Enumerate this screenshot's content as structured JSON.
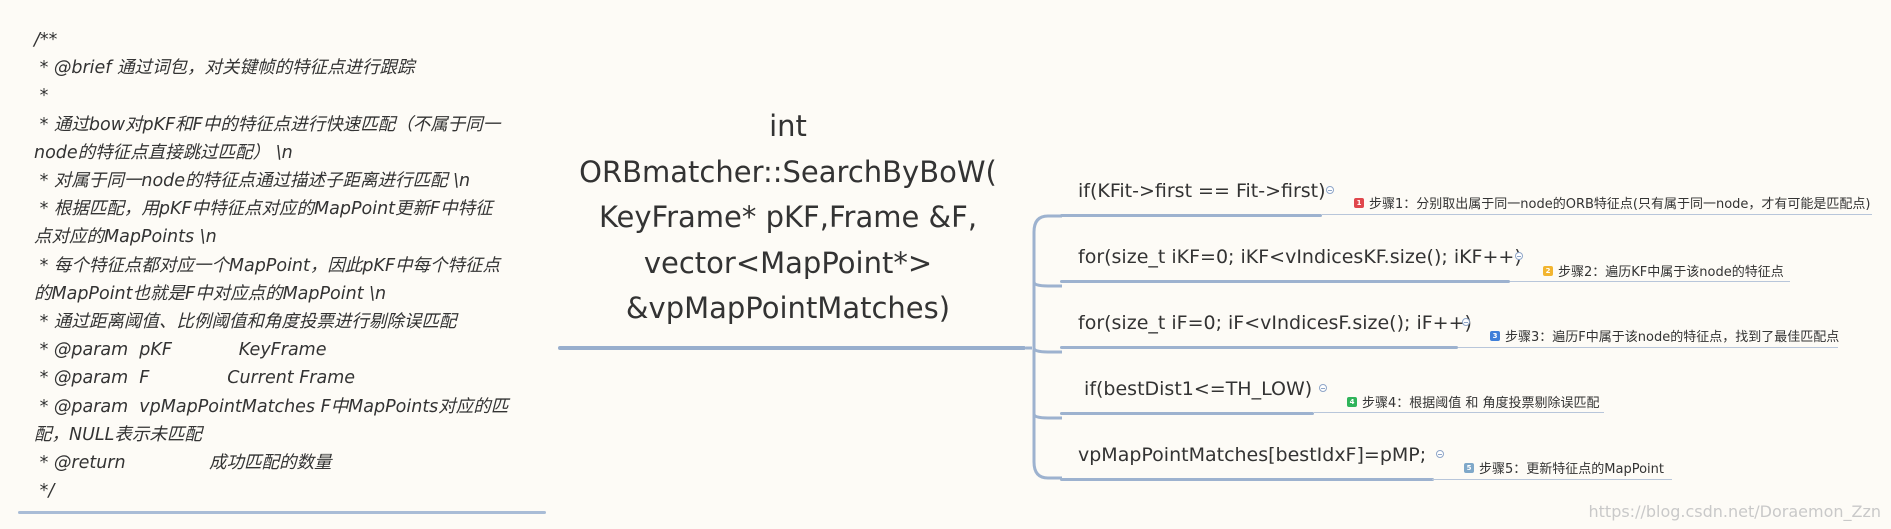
{
  "comment": {
    "lines": [
      "/**",
      " * @brief 通过词包，对关键帧的特征点进行跟踪",
      " *",
      " * 通过bow对pKF和F中的特征点进行快速匹配（不属于同一",
      "node的特征点直接跳过匹配） \\n",
      " * 对属于同一node的特征点通过描述子距离进行匹配 \\n",
      " * 根据匹配，用pKF中特征点对应的MapPoint更新F中特征",
      "点对应的MapPoints \\n",
      " * 每个特征点都对应一个MapPoint，因此pKF中每个特征点",
      "的MapPoint也就是F中对应点的MapPoint \\n",
      " * 通过距离阈值、比例阈值和角度投票进行剔除误匹配",
      " * @param  pKF            KeyFrame",
      " * @param  F              Current Frame",
      " * @param  vpMapPointMatches F中MapPoints对应的匹",
      "配，NULL表示未匹配",
      " * @return               成功匹配的数量",
      " */"
    ]
  },
  "center_node": {
    "lines": [
      "int",
      "ORBmatcher::SearchByBoW(",
      "KeyFrame* pKF,Frame &F,",
      "vector<MapPoint*>",
      "&vpMapPointMatches)"
    ]
  },
  "branches": [
    {
      "code": "if(KFit->first == Fit->first)",
      "badge": "1",
      "badge_color": "#e0474c",
      "note": "步骤1：分别取出属于同一node的ORB特征点(只有属于同一node，才有可能是匹配点)"
    },
    {
      "code": "for(size_t iKF=0; iKF<vIndicesKF.size(); iKF++)",
      "badge": "2",
      "badge_color": "#f2b530",
      "note": "步骤2：遍历KF中属于该node的特征点"
    },
    {
      "code": "for(size_t iF=0; iF<vIndicesF.size(); iF++)",
      "badge": "3",
      "badge_color": "#3f7fd9",
      "note": "步骤3：遍历F中属于该node的特征点，找到了最佳匹配点"
    },
    {
      "code": " if(bestDist1<=TH_LOW)",
      "badge": "4",
      "badge_color": "#2fb45a",
      "note": "步骤4：根据阈值 和 角度投票剔除误匹配"
    },
    {
      "code": "vpMapPointMatches[bestIdxF]=pMP;",
      "badge": "5",
      "badge_color": "#7fa8c9",
      "note": "步骤5：更新特征点的MapPoint"
    }
  ],
  "watermark": "https://blog.csdn.net/Doraemon_Zzn",
  "icons": {
    "collapse": "collapse-toggle-icon"
  }
}
